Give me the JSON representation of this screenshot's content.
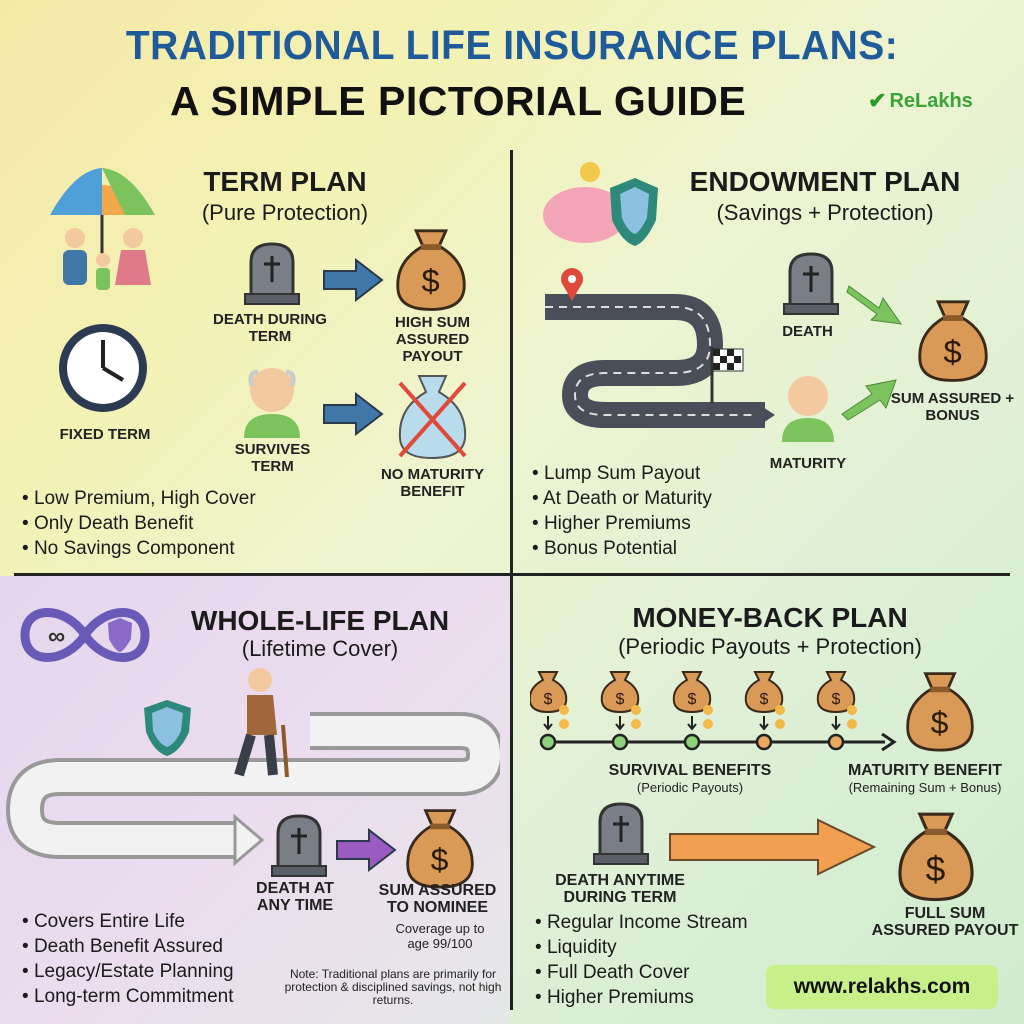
{
  "header": {
    "title_line1": "TRADITIONAL LIFE INSURANCE PLANS:",
    "title_line2": "A SIMPLE PICTORIAL GUIDE",
    "logo": "ReLakhs"
  },
  "term": {
    "title": "TERM PLAN",
    "subtitle": "(Pure Protection)",
    "fixed_term": "FIXED TERM",
    "death": "DEATH DURING TERM",
    "payout": "HIGH SUM ASSURED PAYOUT",
    "survives": "SURVIVES TERM",
    "no_maturity": "NO MATURITY BENEFIT",
    "bullets": [
      "Low Premium, High Cover",
      "Only Death Benefit",
      "No Savings Component"
    ]
  },
  "endowment": {
    "title": "ENDOWMENT PLAN",
    "subtitle": "(Savings + Protection)",
    "death": "DEATH",
    "maturity": "MATURITY",
    "payout": "SUM ASSURED + BONUS",
    "bullets": [
      "Lump Sum Payout",
      "At Death or Maturity",
      "Higher Premiums",
      "Bonus Potential"
    ]
  },
  "wholelife": {
    "title": "WHOLE-LIFE PLAN",
    "subtitle": "(Lifetime Cover)",
    "death": "DEATH AT ANY TIME",
    "payout": "SUM ASSURED TO NOMINEE",
    "coverage": "Coverage up to age 99/100",
    "bullets": [
      "Covers Entire Life",
      "Death Benefit Assured",
      "Legacy/Estate Planning",
      "Long-term Commitment"
    ],
    "note": "Note: Traditional plans are primarily for protection & disciplined savings, not high returns."
  },
  "moneyback": {
    "title": "MONEY-BACK PLAN",
    "subtitle": "(Periodic Payouts + Protection)",
    "survival": "SURVIVAL BENEFITS",
    "survival_sub": "(Periodic Payouts)",
    "maturity": "MATURITY BENEFIT",
    "maturity_sub": "(Remaining Sum + Bonus)",
    "death": "DEATH ANYTIME DURING TERM",
    "payout": "FULL SUM ASSURED PAYOUT",
    "bullets": [
      "Regular Income Stream",
      "Liquidity",
      "Full Death Cover",
      "Higher Premiums"
    ]
  },
  "footer": {
    "url": "www.relakhs.com"
  },
  "colors": {
    "title_blue": "#1f5a9a",
    "arrow_blue": "#3f78a8",
    "arrow_green": "#7cc35e",
    "arrow_purple": "#9a5cc0",
    "arrow_orange": "#f0a050",
    "bag": "#d99a58"
  }
}
